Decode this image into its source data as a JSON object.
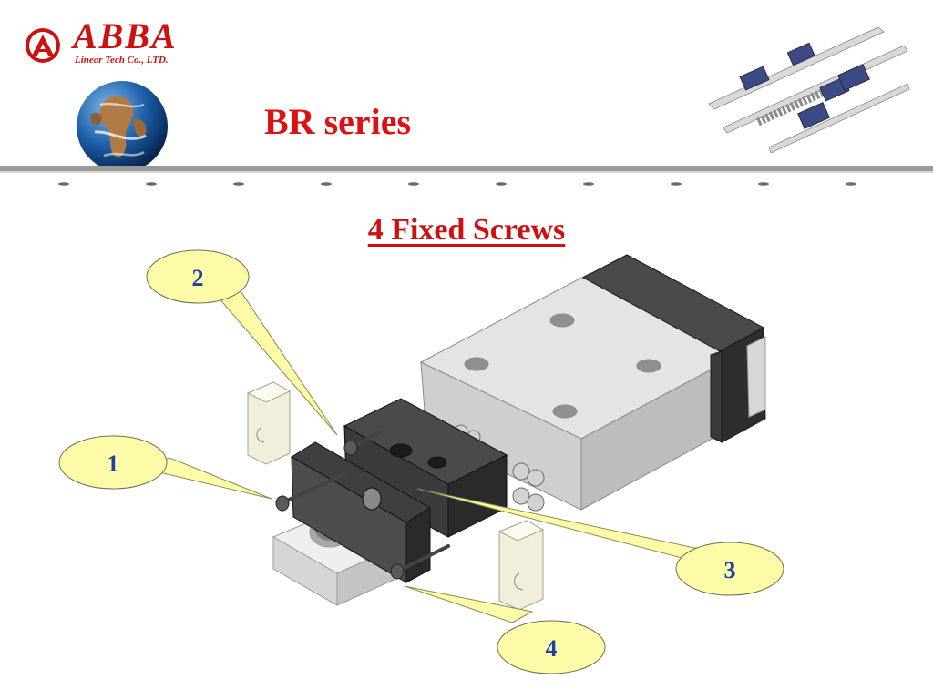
{
  "header": {
    "brand_name": "ABBA",
    "brand_subtitle": "Linear Tech Co., LTD.",
    "slide_title": "BR series"
  },
  "section": {
    "title": "4 Fixed Screws"
  },
  "callouts": [
    {
      "label": "1"
    },
    {
      "label": "2"
    },
    {
      "label": "3"
    },
    {
      "label": "4"
    }
  ],
  "colors": {
    "brand_red": "#cc1111",
    "callout_fill": "#fdfba8",
    "callout_text": "#1f3fa8"
  }
}
